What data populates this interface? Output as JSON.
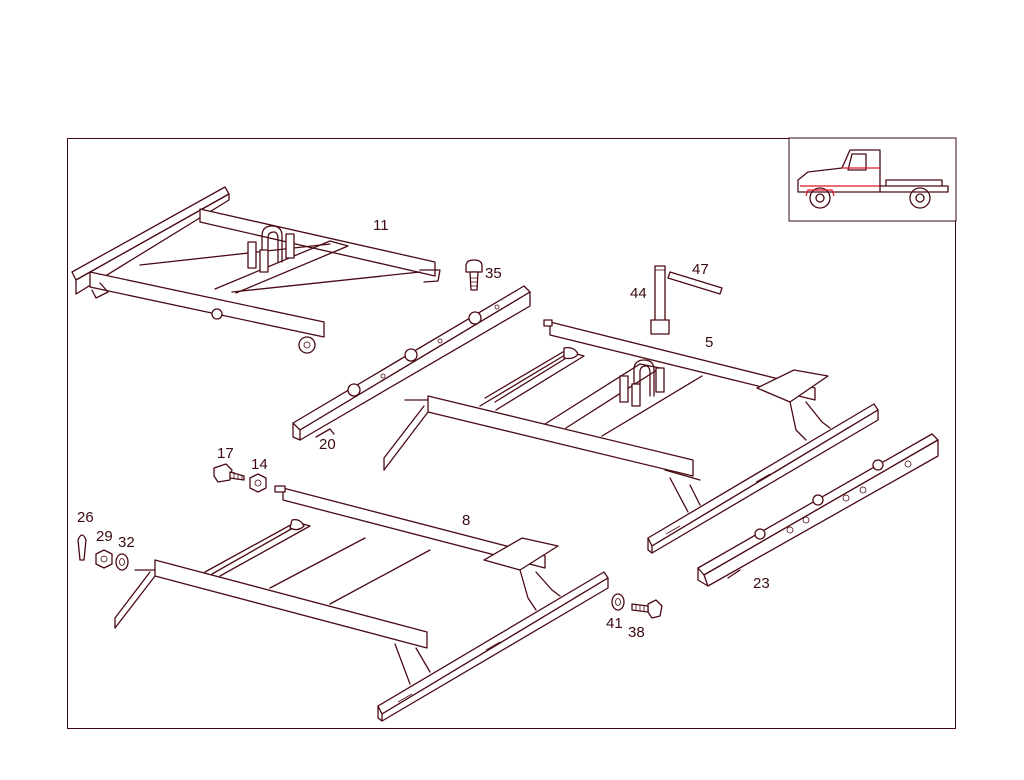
{
  "diagram": {
    "part_labels": {
      "p11": "11",
      "p35": "35",
      "p47": "47",
      "p44": "44",
      "p5": "5",
      "p20": "20",
      "p17": "17",
      "p14": "14",
      "p8": "8",
      "p26": "26",
      "p29": "29",
      "p32": "32",
      "p41": "41",
      "p38": "38",
      "p23": "23"
    },
    "colors": {
      "line": "#4a0a14",
      "frame": "#3a0a10",
      "highlight": "#e0182a"
    },
    "icons": {
      "thumbnail": "truck-side-view-icon"
    }
  }
}
